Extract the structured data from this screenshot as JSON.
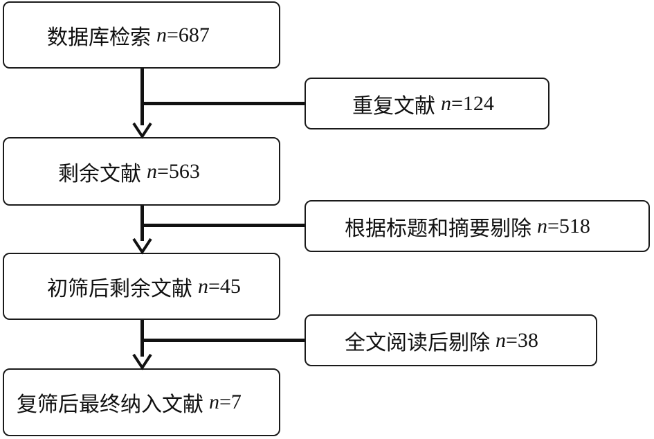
{
  "main_boxes": [
    {
      "label": "数据库检索",
      "var": "n",
      "value": "=687"
    },
    {
      "label": "剩余文献",
      "var": "n",
      "value": "=563"
    },
    {
      "label": "初筛后剩余文献",
      "var": "n",
      "value": "=45"
    },
    {
      "label": "复筛后最终纳入文献",
      "var": "n",
      "value": "=7"
    }
  ],
  "exclusion_boxes": [
    {
      "label": "重复文献",
      "var": "n",
      "value": "=124"
    },
    {
      "label": "根据标题和摘要剔除",
      "var": "n",
      "value": "=518"
    },
    {
      "label": "全文阅读后剔除",
      "var": "n",
      "value": "=38"
    }
  ],
  "colors": {
    "line": "#111111",
    "border": "#1a1a1a",
    "background": "#ffffff"
  }
}
